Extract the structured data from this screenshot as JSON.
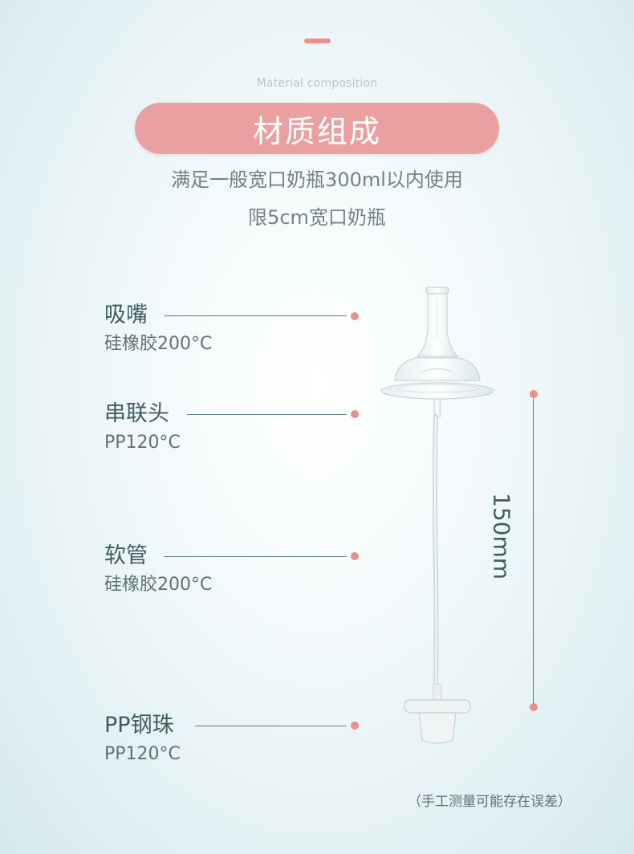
{
  "header": {
    "subtitle": "Material composition",
    "title": "材质组成",
    "accent_color": "#eaa0a0"
  },
  "description": {
    "line1": "满足一般宽口奶瓶300ml以内使用",
    "line2": "限5cm宽口奶瓶"
  },
  "parts": [
    {
      "name": "吸嘴",
      "spec": "硅橡胶200°C"
    },
    {
      "name": "串联头",
      "spec": "PP120°C"
    },
    {
      "name": "软管",
      "spec": "硅橡胶200°C"
    },
    {
      "name": "PP钢珠",
      "spec": "PP120°C"
    }
  ],
  "dimension": {
    "label": "150mm"
  },
  "footnote": "（手工测量可能存在误差）"
}
